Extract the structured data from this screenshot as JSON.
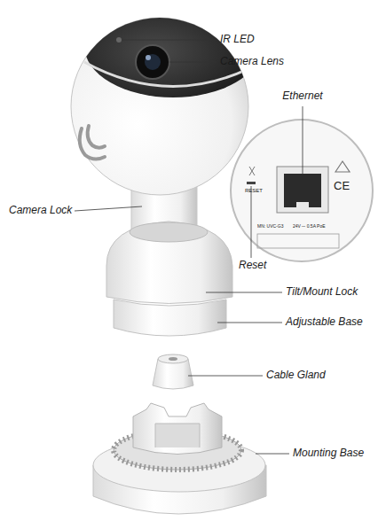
{
  "diagram": {
    "labels": [
      "IR LED",
      "Camera Lens",
      "Ethernet",
      "Camera Lock",
      "RESET",
      "MN: UVC-G3",
      "24V ⎓ 0.5A PoE",
      "CE",
      "Reset",
      "Tilt/Mount Lock",
      "Adjustable Base",
      "Cable Gland",
      "Mounting Base"
    ]
  }
}
